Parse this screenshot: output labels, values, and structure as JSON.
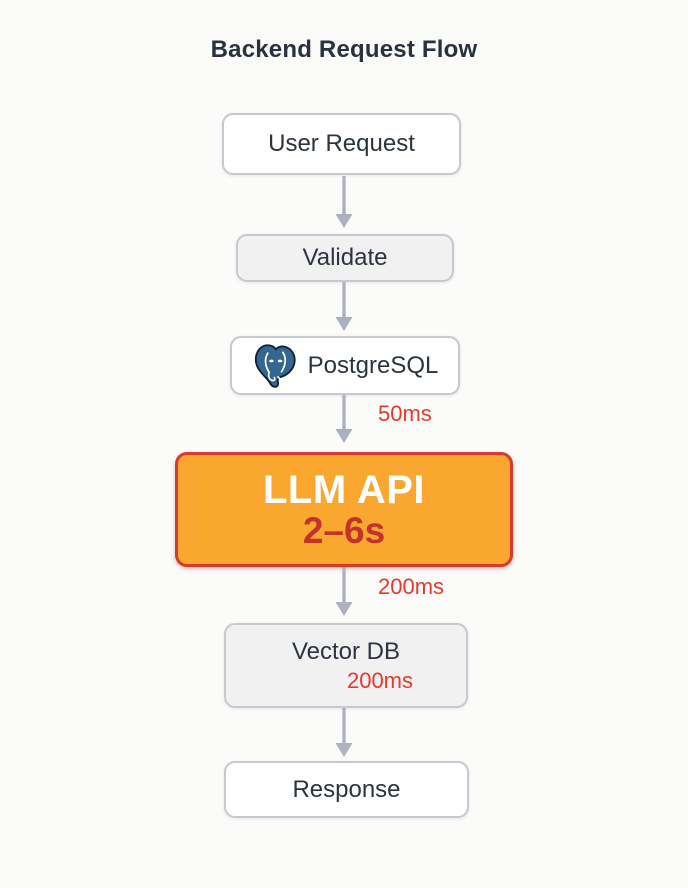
{
  "title": "Backend Request Flow",
  "diagram": {
    "nodes": [
      {
        "id": "user-request",
        "label": "User Request",
        "variant": "white"
      },
      {
        "id": "validate",
        "label": "Validate",
        "variant": "gray"
      },
      {
        "id": "postgresql",
        "label": "PostgreSQL",
        "variant": "white",
        "icon": "postgresql-elephant-logo"
      },
      {
        "id": "llm-api",
        "label": "LLM API",
        "latency": "2–6s",
        "variant": "highlight-orange"
      },
      {
        "id": "vector-db",
        "label": "Vector DB",
        "latency": "200ms",
        "variant": "gray"
      },
      {
        "id": "response",
        "label": "Response",
        "variant": "white"
      }
    ],
    "edges": [
      {
        "from": "user-request",
        "to": "validate",
        "label": ""
      },
      {
        "from": "validate",
        "to": "postgresql",
        "label": ""
      },
      {
        "from": "postgresql",
        "to": "llm-api",
        "label": "50ms"
      },
      {
        "from": "llm-api",
        "to": "vector-db",
        "label": "200ms"
      },
      {
        "from": "vector-db",
        "to": "response",
        "label": ""
      }
    ]
  },
  "colors": {
    "background": "#fbfbfa",
    "title_text": "#2a3140",
    "node_text": "#2c3442",
    "node_border": "#c6c9d0",
    "node_fill_white": "#ffffff",
    "node_fill_gray": "#f1f1f2",
    "arrow_gray": "#aeb1c0",
    "timing_red": "#e8392b",
    "llm_fill_orange": "#f9a72e",
    "llm_border_red": "#d93a2b",
    "llm_title_white": "#ffffff",
    "llm_latency_red": "#c4322a",
    "postgres_blue": "#336791"
  }
}
